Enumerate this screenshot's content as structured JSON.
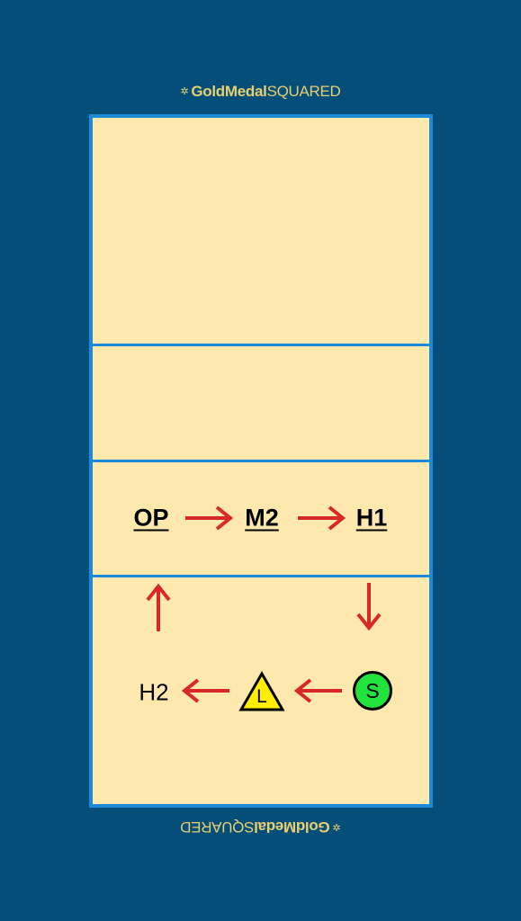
{
  "logo": {
    "bold_text": "GoldMedal",
    "light_text": "SQUARED"
  },
  "players": {
    "op": "OP",
    "m2": "M2",
    "h1": "H1",
    "h2": "H2",
    "libero": "L",
    "setter": "S"
  },
  "colors": {
    "background": "#044e79",
    "court": "#fde8ae",
    "court_lines": "#1d8ad8",
    "arrows": "#d8282a",
    "setter": "#21e33c",
    "libero": "#ffee00",
    "logo": "#e7cf72"
  }
}
